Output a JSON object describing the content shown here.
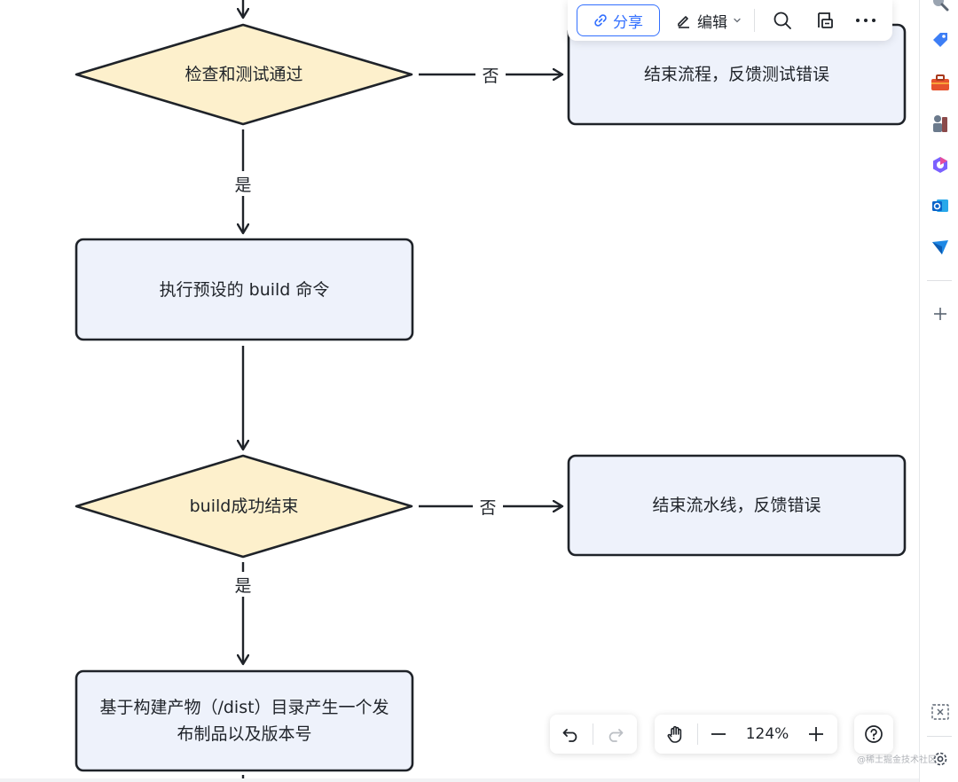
{
  "toolbar": {
    "share_label": "分享",
    "edit_label": "编辑"
  },
  "flowchart": {
    "nodes": {
      "check_pass": "检查和测试通过",
      "end_test_error": "结束流程，反馈测试错误",
      "run_build": "执行预设的 build 命令",
      "build_success": "build成功结束",
      "end_pipeline_error": "结束流水线，反馈错误",
      "publish_artifact_line1": "基于构建产物（/dist）目录产生一个发",
      "publish_artifact_line2": "布制品以及版本号"
    },
    "edges": {
      "no_1": "否",
      "yes_1": "是",
      "no_2": "否",
      "yes_2": "是"
    }
  },
  "zoom": {
    "level": "124%"
  },
  "watermark": "@稀土掘金技术社区",
  "colors": {
    "diamond_fill": "#fdf0cc",
    "process_fill": "#eef2fb",
    "stroke": "#1f2329",
    "accent": "#3370ff"
  }
}
